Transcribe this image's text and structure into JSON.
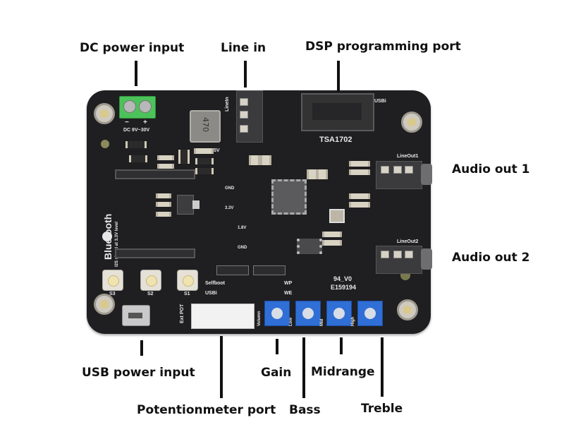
{
  "callouts": {
    "dc_power_input": "DC power input",
    "line_in": "Line in",
    "dsp_programming_port": "DSP programming port",
    "audio_out_1": "Audio out 1",
    "audio_out_2": "Audio out 2",
    "usb_power_input": "USB power input",
    "potentiometer_port": "Potentionmeter port",
    "gain": "Gain",
    "bass": "Bass",
    "midrange": "Midrange",
    "treble": "Treble"
  },
  "silkscreen": {
    "dc_range": "DC 9V~30V",
    "minus": "−",
    "plus": "+",
    "inductor": "470",
    "linein": "LineIn",
    "usbi_top": "USBi",
    "tsa": "TSA1702",
    "lineout1": "LineOut1",
    "lineout2": "LineOut2",
    "v5": "5V",
    "gnd1": "GND",
    "v33": "3.3V",
    "v18": "1.8V",
    "gnd2": "GND",
    "bluetooth": "Bluetooth",
    "i2s": "I2S signal at 3.3V level",
    "s3": "S3",
    "s2": "S2",
    "s1": "S1",
    "selfboot": "Selfboot",
    "usbi": "USBi",
    "wp": "WP",
    "we": "WE",
    "ext_pot": "Ext POT",
    "volumn": "Volumn",
    "low": "Low",
    "mid": "Mid",
    "high": "High",
    "ul": "94_V0",
    "cert": "E159194"
  },
  "colors": {
    "board": "#1f1f21",
    "terminal_green": "#4cc35a",
    "pot_blue": "#2f6fd6",
    "label_text": "#111111"
  }
}
